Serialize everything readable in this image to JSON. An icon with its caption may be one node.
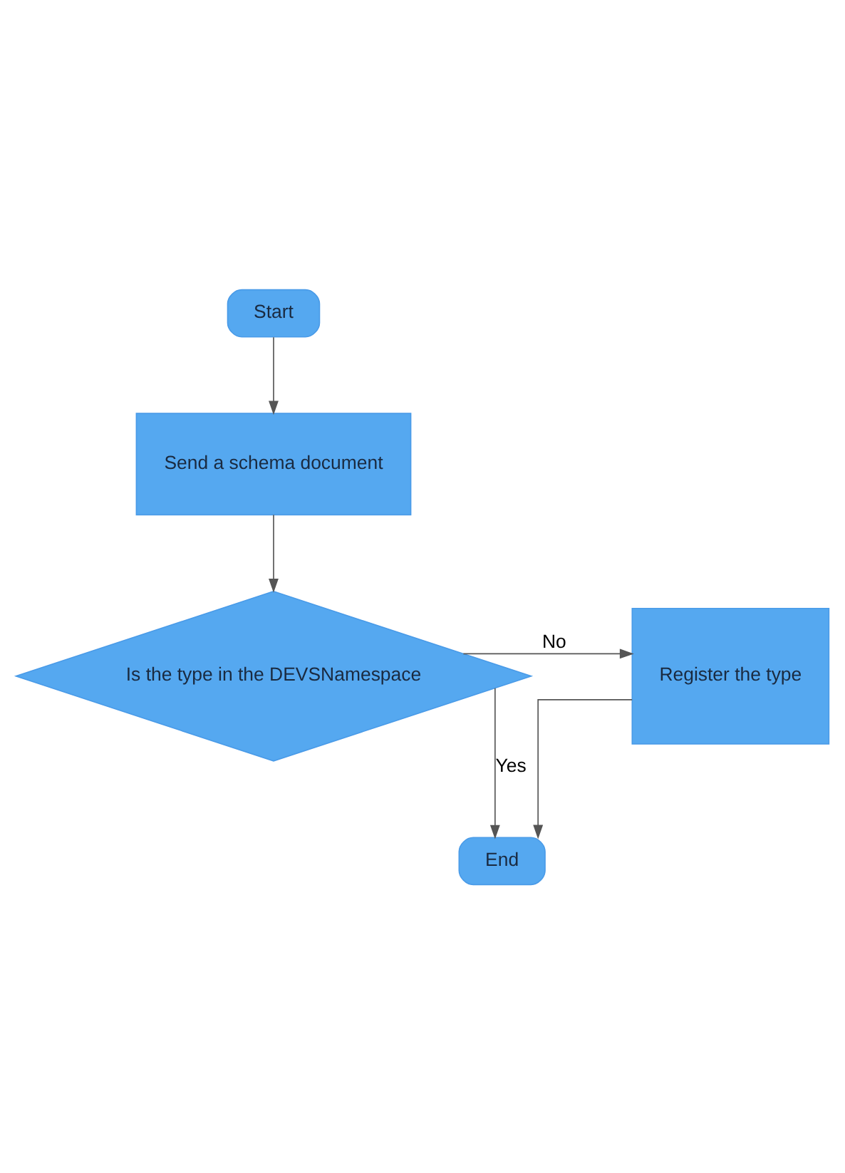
{
  "diagram": {
    "nodes": [
      {
        "text": [
          "Start"
        ]
      },
      {
        "text": [
          "Send a schema document"
        ]
      },
      {
        "text": [
          "Is the type in the DEVSNamespace"
        ]
      },
      {
        "text": [
          "Register the type"
        ]
      },
      {
        "text": [
          "End"
        ]
      }
    ],
    "edges": [
      {
        "from": 0,
        "to": 1,
        "arrow": "to"
      },
      {
        "from": 1,
        "to": 2,
        "arrow": "to"
      },
      {
        "from": 2,
        "to": 3,
        "arrow": "to",
        "label": "No"
      },
      {
        "from": 2,
        "to": 4,
        "arrow": "to",
        "label": "Yes"
      },
      {
        "from": 3,
        "to": 4,
        "arrow": "to"
      }
    ]
  }
}
